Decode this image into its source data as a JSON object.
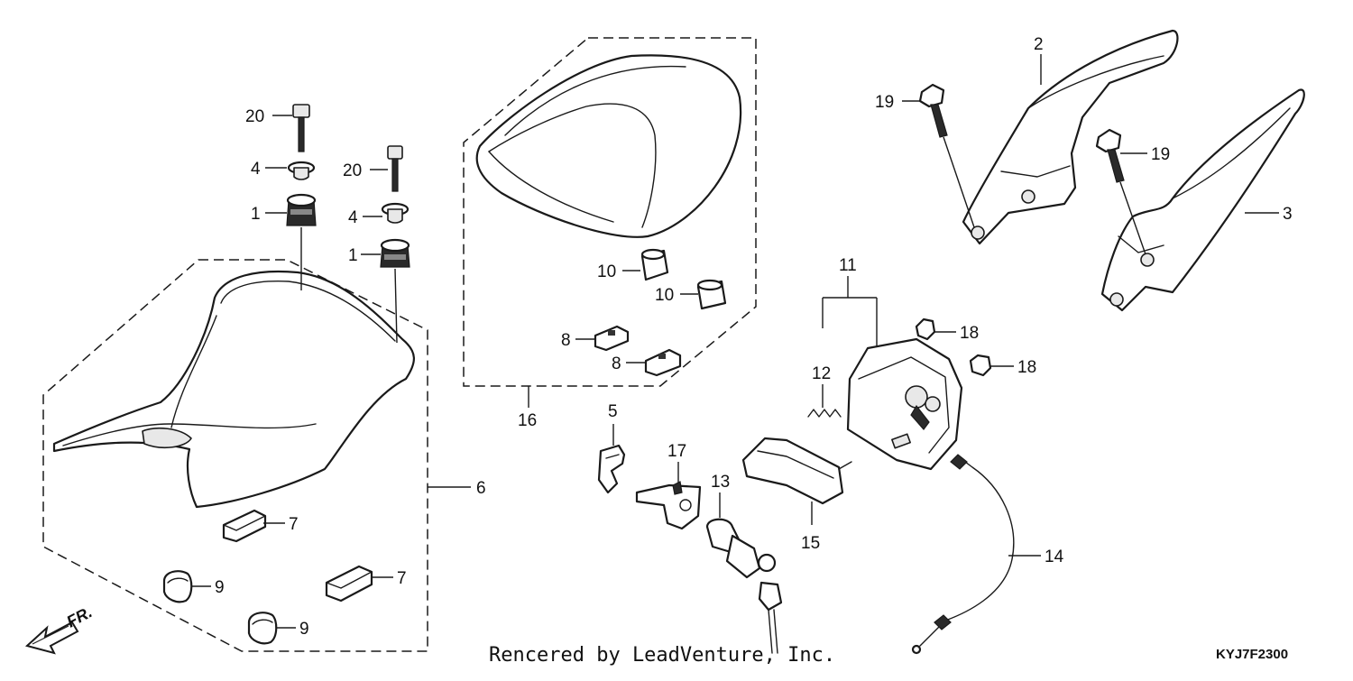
{
  "diagram": {
    "callouts": {
      "c1a": "1",
      "c1b": "1",
      "c2": "2",
      "c3": "3",
      "c4a": "4",
      "c4b": "4",
      "c5": "5",
      "c6": "6",
      "c7a": "7",
      "c7b": "7",
      "c8a": "8",
      "c8b": "8",
      "c9a": "9",
      "c9b": "9",
      "c10a": "10",
      "c10b": "10",
      "c11": "11",
      "c12": "12",
      "c13": "13",
      "c14": "14",
      "c15": "15",
      "c16": "16",
      "c17": "17",
      "c18a": "18",
      "c18b": "18",
      "c19a": "19",
      "c19b": "19",
      "c20a": "20",
      "c20b": "20"
    },
    "front_arrow_label": "FR.",
    "rendered_by": "Rencered by LeadVenture, Inc.",
    "diagram_code": "KYJ7F2300"
  }
}
